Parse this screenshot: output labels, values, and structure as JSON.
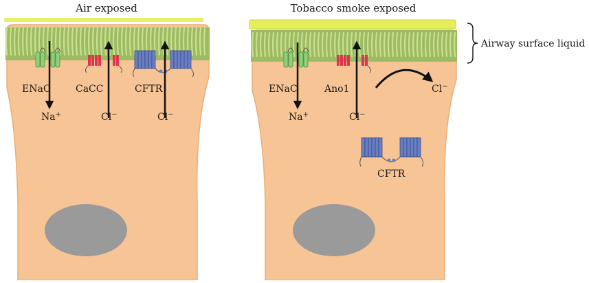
{
  "panels": {
    "air": {
      "title": "Air exposed",
      "channels": {
        "enac": "ENaC",
        "cacc": "CaCC",
        "cftr": "CFTR"
      },
      "ions": {
        "na": "Na",
        "na_sup": "+",
        "cl1": "Cl",
        "cl1_sup": "−",
        "cl2": "Cl",
        "cl2_sup": "−"
      }
    },
    "smoke": {
      "title": "Tobacco smoke exposed",
      "channels": {
        "enac": "ENaC",
        "ano1": "Ano1",
        "cftr": "CFTR"
      },
      "ions": {
        "na": "Na",
        "na_sup": "+",
        "cl1": "Cl",
        "cl1_sup": "−",
        "cl2": "Cl",
        "cl2_sup": "−"
      }
    }
  },
  "asl_label": "Airway surface liquid",
  "colors": {
    "cell": "#f7c496",
    "cell_stroke": "#e9ad78",
    "cilia_band": "#9dbb63",
    "cilia": "#c6d98c",
    "asl_layer": "#e9f066",
    "nucleus": "#9a9a9a",
    "enac": "#8fd07a",
    "cacc": "#e0334d",
    "cftr": "#6a7fc2"
  },
  "icons": [
    "enac-channel-icon",
    "cacc-channel-icon",
    "ano1-channel-icon",
    "cftr-channel-icon",
    "ion-arrow-icon",
    "curved-arrow-icon",
    "brace-icon"
  ]
}
